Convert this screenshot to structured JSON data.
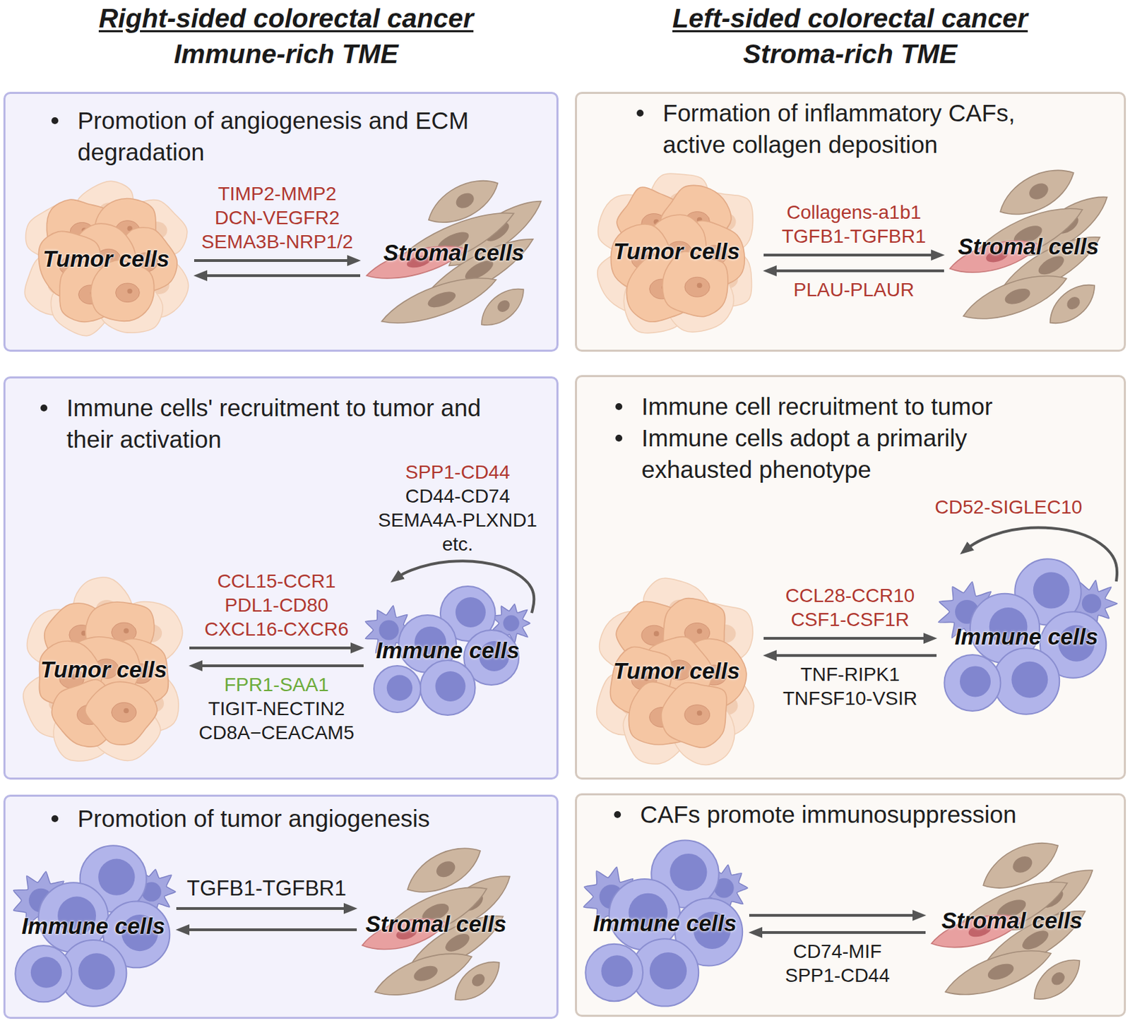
{
  "diagram": {
    "nodes": [
      {
        "text": [
          "Promotion of angiogenesis and ECM degradation"
        ]
      },
      {
        "text": [
          "Tumor cells"
        ],
        "in": 0
      },
      {
        "text": [
          "Stromal cells"
        ],
        "in": 0
      },
      {
        "text": [
          "Formation of inflammatory CAFs, active collagen deposition"
        ]
      },
      {
        "text": [
          "Tumor cells"
        ],
        "in": 3
      },
      {
        "text": [
          "Stromal cells"
        ],
        "in": 3
      },
      {
        "text": [
          "Immune cells' recruitment to tumor and their activation"
        ]
      },
      {
        "text": [
          "Tumor cells"
        ],
        "in": 6
      },
      {
        "text": [
          "Immune cells"
        ],
        "in": 6
      },
      {
        "text": [
          "Immune cell recruitment to tumor",
          "Immune cells adopt a primarily exhausted phenotype"
        ]
      },
      {
        "text": [
          "Tumor cells"
        ],
        "in": 9
      },
      {
        "text": [
          "Immune cells"
        ],
        "in": 9
      },
      {
        "text": [
          "Promotion of tumor angiogenesis"
        ]
      },
      {
        "text": [
          "Immune cells"
        ],
        "in": 12
      },
      {
        "text": [
          "Stromal cells"
        ],
        "in": 12
      },
      {
        "text": [
          "CAFs promote immunosuppression"
        ]
      },
      {
        "text": [
          "Immune cells"
        ],
        "in": 15
      },
      {
        "text": [
          "Stromal cells"
        ],
        "in": 15
      }
    ],
    "edges": [
      {
        "from": 1,
        "to": 2,
        "label": "TIMP2-MMP2 DCN-VEGFR2 SEMA3B-NRP1/2",
        "arrow": "to"
      },
      {
        "from": 2,
        "to": 1,
        "arrow": "to"
      },
      {
        "from": 4,
        "to": 5,
        "label": "Collagens-a1b1 TGFB1-TGFBR1",
        "arrow": "to"
      },
      {
        "from": 5,
        "to": 4,
        "label": "PLAU-PLAUR",
        "arrow": "to"
      },
      {
        "from": 8,
        "to": 8,
        "label": "SPP1-CD44 CD44-CD74 SEMA4A-PLXND1 etc.",
        "arrow": "to"
      },
      {
        "from": 7,
        "to": 8,
        "label": "CCL15-CCR1 PDL1-CD80 CXCL16-CXCR6",
        "arrow": "to"
      },
      {
        "from": 8,
        "to": 7,
        "label": "FPR1-SAA1 TIGIT-NECTIN2 CD8A−CEACAM5",
        "arrow": "to"
      },
      {
        "from": 11,
        "to": 11,
        "label": "CD52-SIGLEC10",
        "arrow": "to"
      },
      {
        "from": 10,
        "to": 11,
        "label": "CCL28-CCR10 CSF1-CSF1R",
        "arrow": "to"
      },
      {
        "from": 11,
        "to": 10,
        "label": "TNF-RIPK1 TNFSF10-VSIR",
        "arrow": "to"
      },
      {
        "from": 13,
        "to": 14,
        "label": "TGFB1-TGFBR1",
        "arrow": "to"
      },
      {
        "from": 14,
        "to": 13,
        "arrow": "to"
      },
      {
        "from": 16,
        "to": 17,
        "arrow": "to"
      },
      {
        "from": 17,
        "to": 16,
        "label": "CD74-MIF SPP1-CD44",
        "arrow": "to"
      }
    ],
    "labels": [
      "Right-sided colorectal cancer",
      "Immune-rich TME",
      "Left-sided colorectal cancer",
      "Stroma-rich TME"
    ]
  }
}
